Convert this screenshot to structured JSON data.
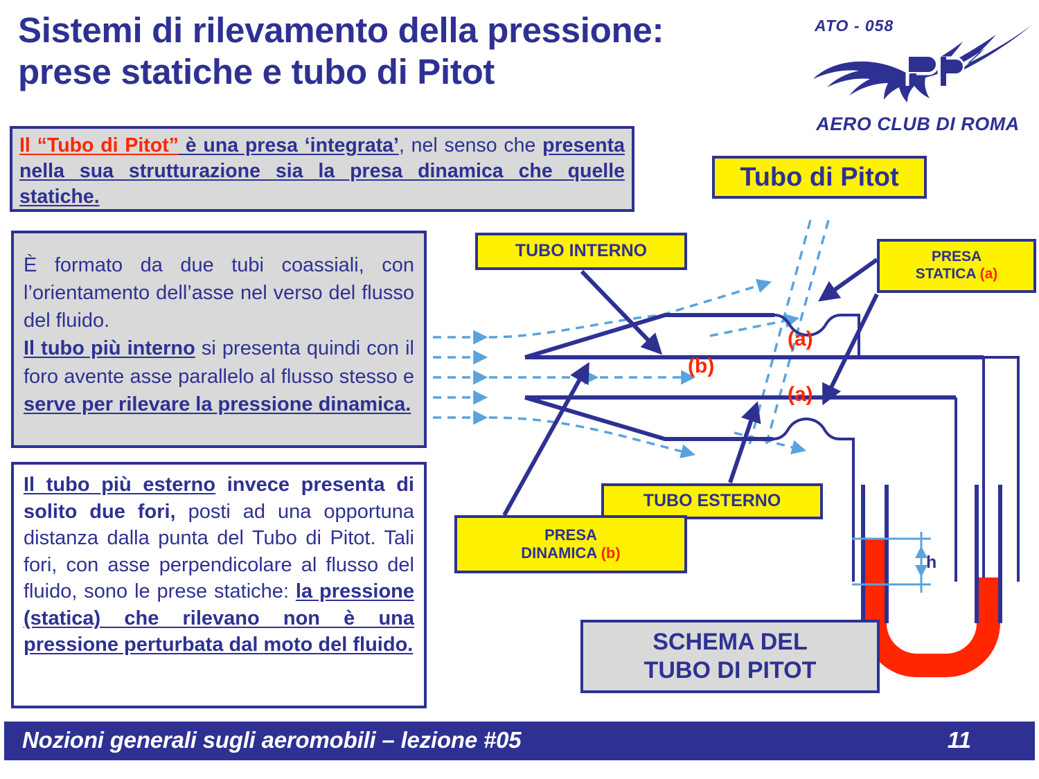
{
  "slide": {
    "title_line1": "Sistemi di rilevamento della pressione:",
    "title_line2": "prese statiche e tubo di Pitot",
    "accent_blue": "#2E3192",
    "accent_red": "#FF2600",
    "accent_yellow": "#FFF200",
    "panel_gray": "#D9D9D9",
    "flow_blue": "#5BA3DC"
  },
  "logo": {
    "code": "ATO - 058",
    "name": "AERO CLUB DI ROMA",
    "monogram": "ar",
    "icon": "eagle-icon"
  },
  "intro_box": {
    "seg_red": "Il “Tubo di Pitot”",
    "seg_bold": " è una presa ‘integrata’",
    "seg_plain": ", nel senso che ",
    "seg_bold2": "presenta nella sua strutturazione sia la presa dinamica che quelle statiche."
  },
  "mid_box": {
    "p1": "È formato da due tubi coassiali, con l’orientamento dell’asse nel verso del flusso del fluido.",
    "p2_bold": "Il tubo più interno",
    "p2_plain": " si presenta quindi con il foro avente asse parallelo al flusso stesso e ",
    "p2_bold2": "serve per rilevare la pressione dinamica."
  },
  "ext_box": {
    "p_bold1": "Il tubo più esterno",
    "p_bold1b": " invece presenta di solito due fori,",
    "p_plain": " posti ad una opportuna distanza dalla punta del Tubo di Pitot. Tali fori, con asse perpendicolare al flusso del fluido, sono le prese statiche: ",
    "p_bold2": "la pressione (statica) che rilevano non è una pressione perturbata dal moto del fluido."
  },
  "diagram": {
    "badge": "Tubo di Pitot",
    "label_tubo_interno": "TUBO INTERNO",
    "label_tubo_esterno": "TUBO ESTERNO",
    "label_presa_statica_main": "PRESA",
    "label_presa_statica_sub": "STATICA ",
    "label_presa_statica_tag": "(a)",
    "label_presa_dinamica_main": "PRESA",
    "label_presa_dinamica_sub": "DINAMICA ",
    "label_presa_dinamica_tag": "(b)",
    "caption_line1": "SCHEMA DEL",
    "caption_line2": "TUBO DI PITOT",
    "marker_a_upper": "(a)",
    "marker_a_lower": "(a)",
    "marker_b": "(b)",
    "manometer_height_label": "h",
    "manometer_fluid_color": "#FF2600"
  },
  "footer": {
    "text": "Nozioni generali sugli aeromobili – lezione #05",
    "page": "11"
  }
}
